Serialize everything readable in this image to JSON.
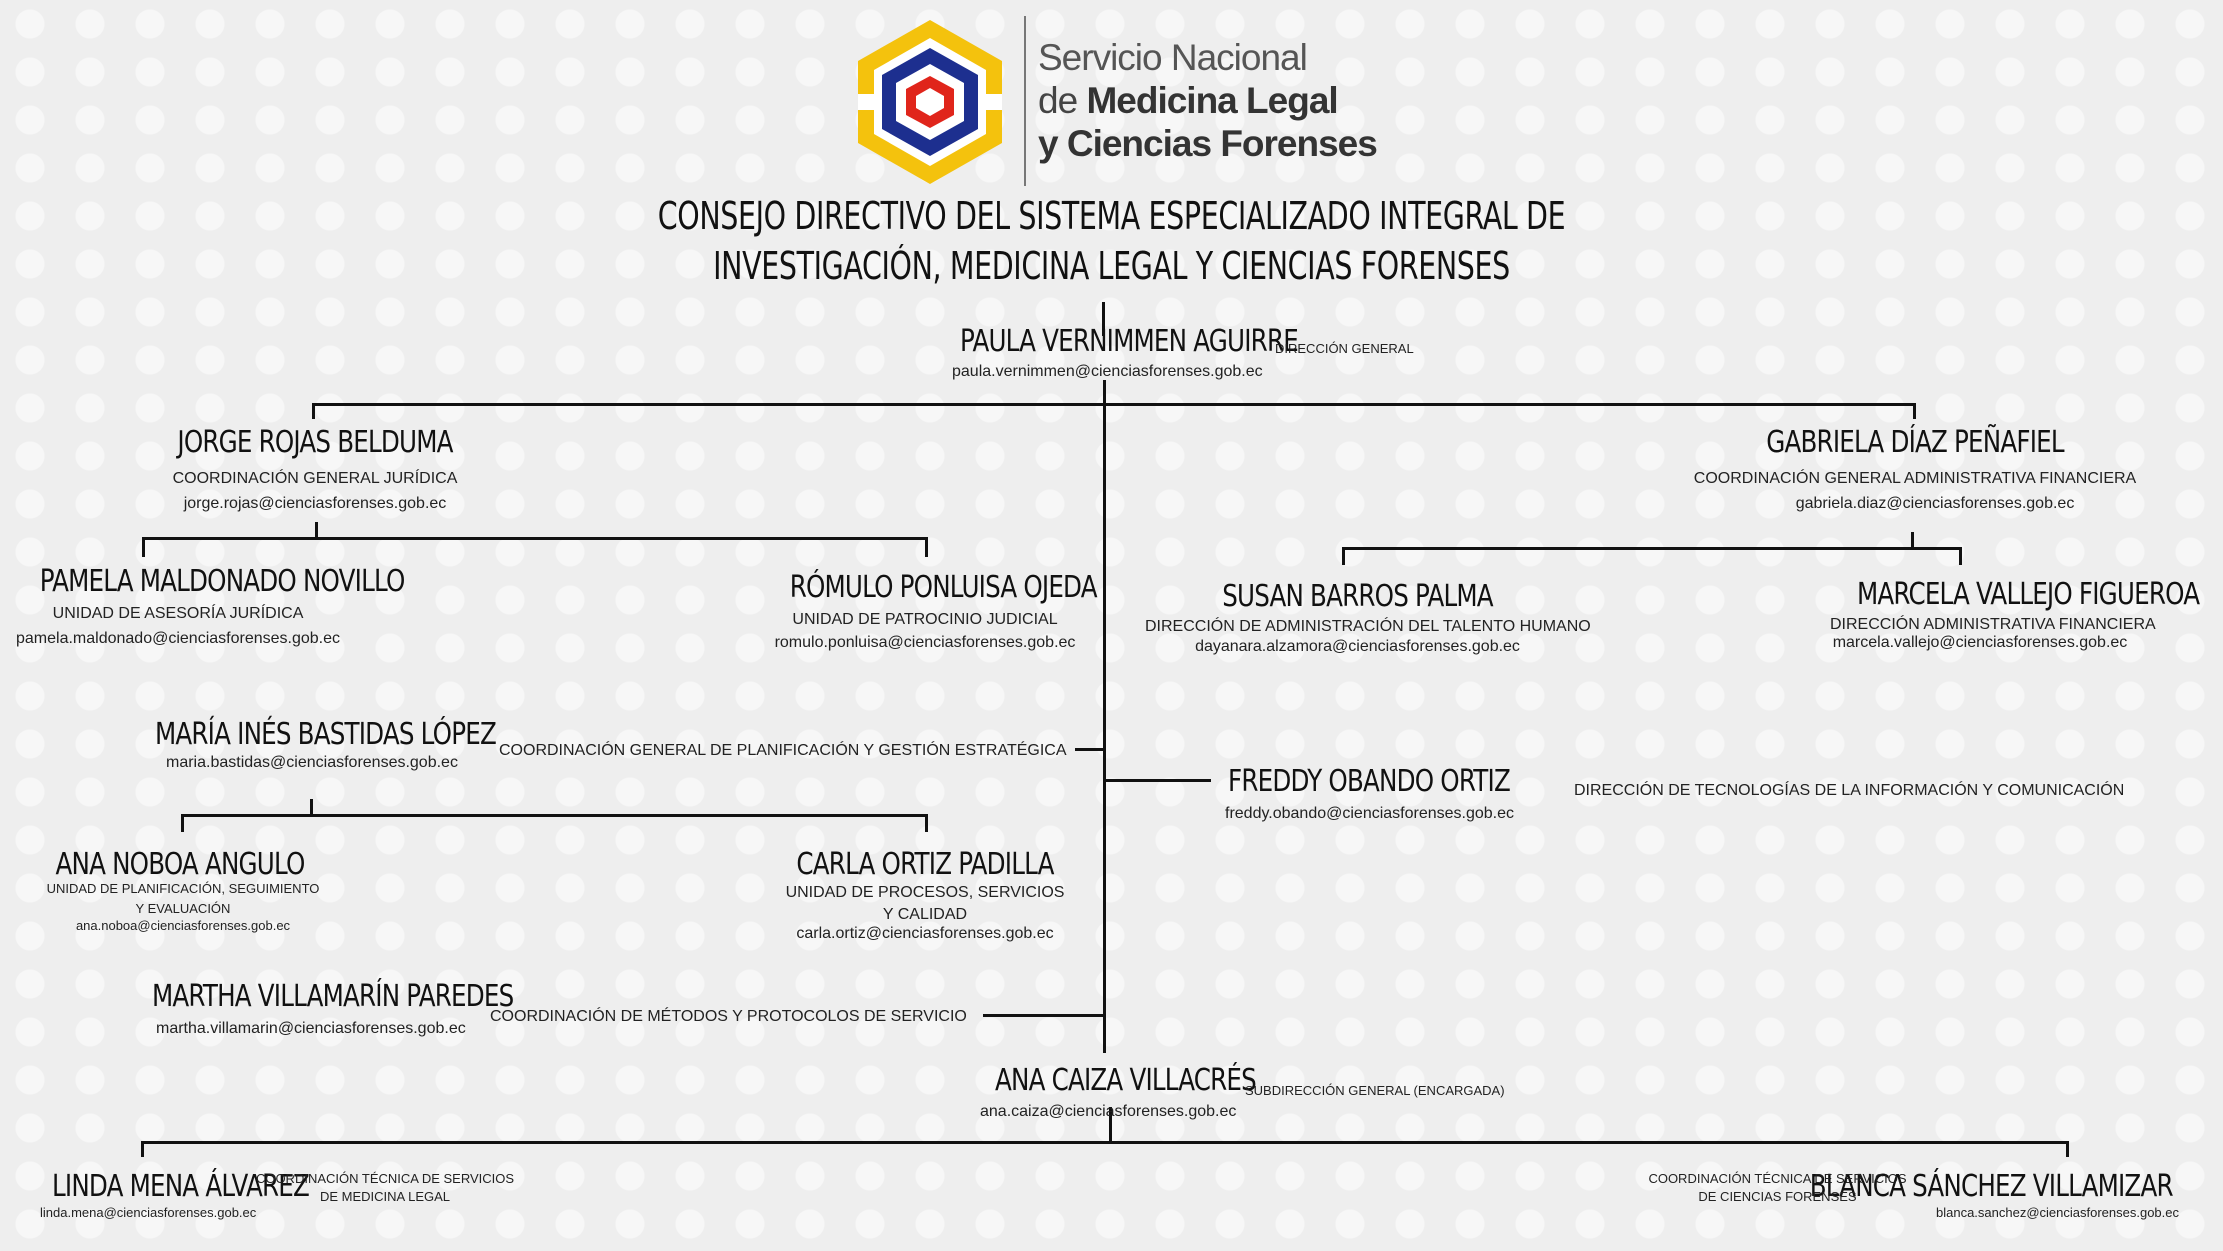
{
  "logo": {
    "line1": "Servicio Nacional",
    "line2_pre": "de ",
    "line2_bold": "Medicina Legal",
    "line3": "y Ciencias Forenses"
  },
  "title": {
    "line1": "CONSEJO DIRECTIVO DEL SISTEMA ESPECIALIZADO INTEGRAL DE",
    "line2": "INVESTIGACIÓN, MEDICINA LEGAL Y CIENCIAS FORENSES"
  },
  "people": {
    "director": {
      "name": "PAULA VERNIMMEN AGUIRRE",
      "role": "DIRECCIÓN GENERAL",
      "email": "paula.vernimmen@cienciasforenses.gob.ec"
    },
    "rojas": {
      "name": "JORGE ROJAS BELDUMA",
      "role": "COORDINACIÓN GENERAL JURÍDICA",
      "email": "jorge.rojas@cienciasforenses.gob.ec"
    },
    "maldonado": {
      "name": "PAMELA MALDONADO NOVILLO",
      "role": "UNIDAD DE ASESORÍA JURÍDICA",
      "email": "pamela.maldonado@cienciasforenses.gob.ec"
    },
    "ponluisa": {
      "name": "RÓMULO PONLUISA OJEDA",
      "role": "UNIDAD DE PATROCINIO JUDICIAL",
      "email": "romulo.ponluisa@cienciasforenses.gob.ec"
    },
    "diaz": {
      "name": "GABRIELA DÍAZ PEÑAFIEL",
      "role": "COORDINACIÓN GENERAL ADMINISTRATIVA FINANCIERA",
      "email": "gabriela.diaz@cienciasforenses.gob.ec"
    },
    "barros": {
      "name": "SUSAN BARROS PALMA",
      "role": "DIRECCIÓN DE ADMINISTRACIÓN DEL TALENTO HUMANO",
      "email": "dayanara.alzamora@cienciasforenses.gob.ec"
    },
    "vallejo": {
      "name": "MARCELA VALLEJO FIGUEROA",
      "role": "DIRECCIÓN ADMINISTRATIVA FINANCIERA",
      "email": "marcela.vallejo@cienciasforenses.gob.ec"
    },
    "bastidas": {
      "name": "MARÍA INÉS BASTIDAS LÓPEZ",
      "role": "COORDINACIÓN GENERAL DE PLANIFICACIÓN Y GESTIÓN ESTRATÉGICA",
      "email": "maria.bastidas@cienciasforenses.gob.ec"
    },
    "obando": {
      "name": "FREDDY OBANDO ORTIZ",
      "role": "DIRECCIÓN DE TECNOLOGÍAS DE LA INFORMACIÓN Y COMUNICACIÓN",
      "email": "freddy.obando@cienciasforenses.gob.ec"
    },
    "noboa": {
      "name": "ANA NOBOA ANGULO",
      "role1": "UNIDAD DE PLANIFICACIÓN, SEGUIMIENTO",
      "role2": "Y EVALUACIÓN",
      "email": "ana.noboa@cienciasforenses.gob.ec"
    },
    "ortiz": {
      "name": "CARLA ORTIZ PADILLA",
      "role1": "UNIDAD DE PROCESOS, SERVICIOS",
      "role2": "Y CALIDAD",
      "email": "carla.ortiz@cienciasforenses.gob.ec"
    },
    "villamarin": {
      "name": "MARTHA VILLAMARÍN PAREDES",
      "role": "COORDINACIÓN DE MÉTODOS Y PROTOCOLOS DE SERVICIO",
      "email": "martha.villamarin@cienciasforenses.gob.ec"
    },
    "caiza": {
      "name": "ANA CAIZA VILLACRÉS",
      "role": "SUBDIRECCIÓN GENERAL (ENCARGADA)",
      "email": "ana.caiza@cienciasforenses.gob.ec"
    },
    "mena": {
      "name": "LINDA MENA ÁLVAREZ",
      "role1": "COORDINACIÓN TÉCNICA DE SERVICIOS",
      "role2": "DE MEDICINA LEGAL",
      "email": "linda.mena@cienciasforenses.gob.ec"
    },
    "sanchez": {
      "name": "BLANCA SÁNCHEZ VILLAMIZAR",
      "role1": "COORDINACIÓN TÉCNICA DE SERVICIOS",
      "role2": "DE CIENCIAS FORENSES",
      "email": "blanca.sanchez@cienciasforenses.gob.ec"
    }
  },
  "colors": {
    "logo_yellow": "#f4c20d",
    "logo_blue": "#1d2f8f",
    "logo_red": "#e0251b",
    "line": "#111111"
  }
}
